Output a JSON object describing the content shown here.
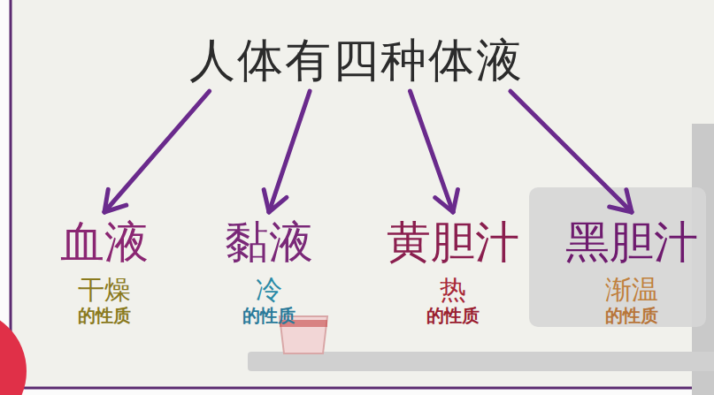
{
  "diagram": {
    "nodes": [
      {
        "text": [
          "人体有四种体液"
        ]
      },
      {
        "text": [
          "血液",
          "干燥",
          "的性质"
        ]
      },
      {
        "text": [
          "黏液",
          "冷",
          "的性质"
        ]
      },
      {
        "text": [
          "黄胆汁",
          "热",
          "的性质"
        ]
      },
      {
        "text": [
          "黑胆汁",
          "渐温",
          "的性质"
        ]
      }
    ],
    "edges": [
      {
        "from": 0,
        "to": 1,
        "arrow": "to"
      },
      {
        "from": 0,
        "to": 2,
        "arrow": "to"
      },
      {
        "from": 0,
        "to": 3,
        "arrow": "to"
      },
      {
        "from": 0,
        "to": 4,
        "arrow": "to"
      }
    ]
  }
}
